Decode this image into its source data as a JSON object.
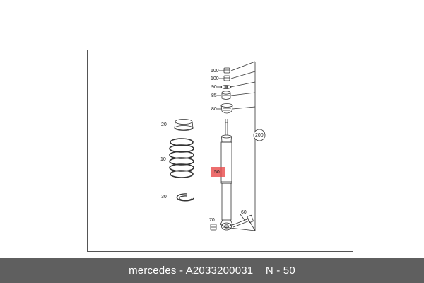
{
  "diagram": {
    "callouts": {
      "c100a": "100",
      "c100b": "100",
      "c90": "90",
      "c85": "85",
      "c80": "80",
      "c20": "20",
      "c10": "10",
      "c30": "30",
      "c50": "50",
      "c70": "70",
      "c60": "60",
      "c200": "200"
    },
    "highlight_color": "#e84a4a",
    "line_color": "#333333"
  },
  "footer": {
    "brand": "mercedes",
    "separator": " - ",
    "part_number": "A2033200031",
    "position_label": "N - 50",
    "background": "#5f5f5f"
  }
}
